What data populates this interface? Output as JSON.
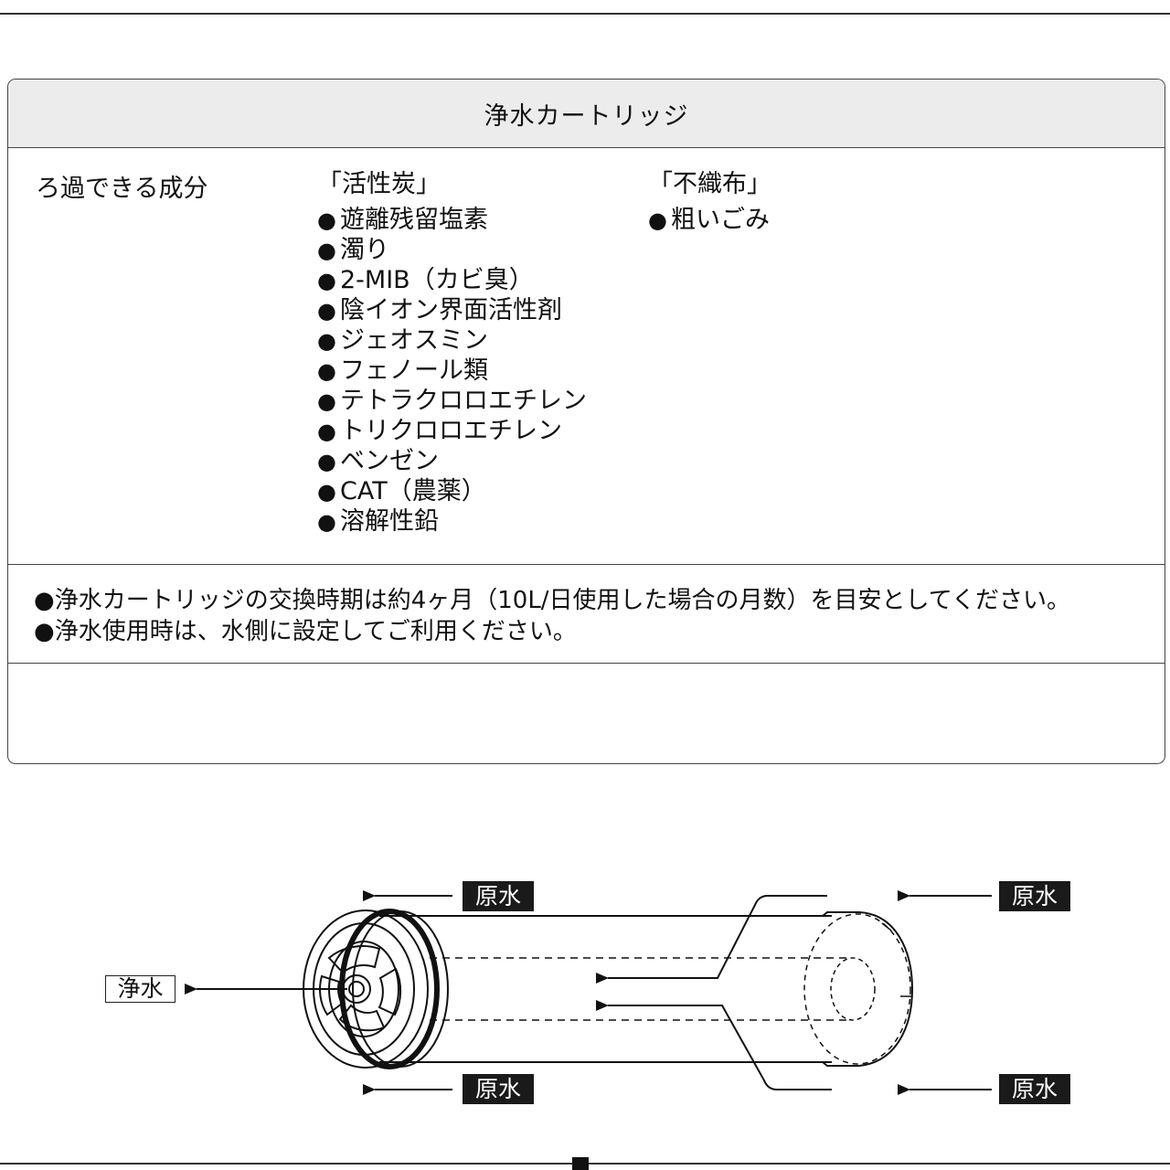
{
  "table": {
    "header": "浄水カートリッジ",
    "filter_label": "ろ過できる成分",
    "activated_carbon": {
      "title": "「活性炭」",
      "items": [
        "遊離残留塩素",
        "濁り",
        "2-MIB（カビ臭）",
        "陰イオン界面活性剤",
        "ジェオスミン",
        "フェノール類",
        "テトラクロロエチレン",
        "トリクロロエチレン",
        "ベンゼン",
        "CAT（農薬）",
        "溶解性鉛"
      ]
    },
    "nonwoven": {
      "title": "「不織布」",
      "items": [
        "粗いごみ"
      ]
    },
    "notes": [
      "浄水カートリッジの交換時期は約4ヶ月（10L/日使用した場合の月数）を目安としてください。",
      "浄水使用時は、水側に設定してご利用ください。"
    ],
    "bullet": "●"
  },
  "diagram": {
    "raw_water": "原水",
    "purified_water": "浄水"
  }
}
